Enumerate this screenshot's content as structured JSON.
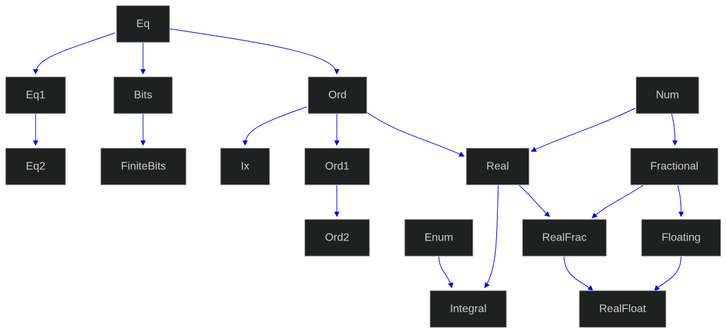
{
  "diagram": {
    "edge_color": "#0000ee",
    "node_fill": "#1f2020",
    "node_text_color": "#cccccc",
    "nodes": [
      {
        "id": "eq",
        "label": "Eq"
      },
      {
        "id": "eq1",
        "label": "Eq1"
      },
      {
        "id": "bits",
        "label": "Bits"
      },
      {
        "id": "ord",
        "label": "Ord"
      },
      {
        "id": "num",
        "label": "Num"
      },
      {
        "id": "eq2",
        "label": "Eq2"
      },
      {
        "id": "finitebits",
        "label": "FiniteBits"
      },
      {
        "id": "ix",
        "label": "Ix"
      },
      {
        "id": "ord1",
        "label": "Ord1"
      },
      {
        "id": "real",
        "label": "Real"
      },
      {
        "id": "fractional",
        "label": "Fractional"
      },
      {
        "id": "ord2",
        "label": "Ord2"
      },
      {
        "id": "enum",
        "label": "Enum"
      },
      {
        "id": "realfrac",
        "label": "RealFrac"
      },
      {
        "id": "floating",
        "label": "Floating"
      },
      {
        "id": "integral",
        "label": "Integral"
      },
      {
        "id": "realfloat",
        "label": "RealFloat"
      }
    ],
    "edges": [
      {
        "from": "eq",
        "to": "eq1"
      },
      {
        "from": "eq",
        "to": "bits"
      },
      {
        "from": "eq",
        "to": "ord"
      },
      {
        "from": "eq1",
        "to": "eq2"
      },
      {
        "from": "bits",
        "to": "finitebits"
      },
      {
        "from": "ord",
        "to": "ix"
      },
      {
        "from": "ord",
        "to": "ord1"
      },
      {
        "from": "ord",
        "to": "real"
      },
      {
        "from": "num",
        "to": "real"
      },
      {
        "from": "num",
        "to": "fractional"
      },
      {
        "from": "ord1",
        "to": "ord2"
      },
      {
        "from": "real",
        "to": "integral"
      },
      {
        "from": "real",
        "to": "realfrac"
      },
      {
        "from": "fractional",
        "to": "realfrac"
      },
      {
        "from": "fractional",
        "to": "floating"
      },
      {
        "from": "enum",
        "to": "integral"
      },
      {
        "from": "realfrac",
        "to": "realfloat"
      },
      {
        "from": "floating",
        "to": "realfloat"
      }
    ]
  }
}
